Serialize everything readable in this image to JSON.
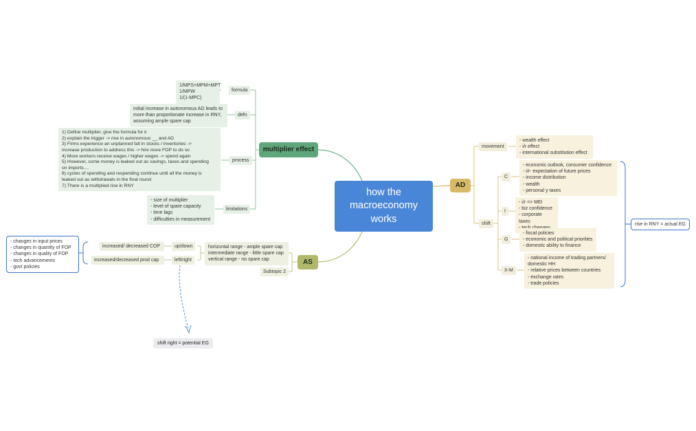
{
  "central": {
    "title": "how the\nmacroeconomy\nworks"
  },
  "multiplier": {
    "label": "multiplier effect",
    "formula": {
      "label": "formula",
      "text": "1/MPS+MPM+MPT\n1/MPW\n1/(1-MPC)"
    },
    "defn": {
      "label": "defn",
      "text": "initial increase in autonomous AD leads to\nmore than proportionate increase in RNY,\nassuming ample spare cap"
    },
    "process": {
      "label": "process",
      "text": "1) Define multiplier, give the formula for k\n2) explain the trigger -> rise in autonomous __ and AD\n3) Firms experience an unplanned fall in stocks / inventories ->\nincrease production to address this -> hire more FOP to do so\n4) More workers receive wages / higher wages -> spend again\n5) However, some money is leaked out as savings, taxes and spending\non imports....\n6) cycles of spending and respending continue until all the money is\nleaked out as withdrawals in the final round\n7) There is a multiplied rise in RNY"
    },
    "limitations": {
      "label": "limitations",
      "text": "- size of multiplier\n- level of spare capacity\n- time lags\n- difficulties in measurement"
    }
  },
  "ad": {
    "label": "AD",
    "movement": {
      "label": "movement",
      "text": "- wealth effect\n- i/r effect\n- international substitution effect"
    },
    "shift": {
      "label": "shift",
      "c": {
        "label": "C",
        "text": "- economic outlook, consumer confidence\n- i/r- expectation of future prices\n- income distribution\n- wealth\n- personal y taxes"
      },
      "i": {
        "label": "I",
        "text": "- i/r => MEI\n- biz confidence\n- corporate taxes\n- tech changes"
      },
      "g": {
        "label": "G",
        "text": "- fiscal policies\n- economic and political priorities\n- domestic ability to finance"
      },
      "xm": {
        "label": "X-M",
        "text": "- national income of trading partners/\ndomestic HH\n- relative prices between countries\n- exchange rates\n- trade policies"
      }
    },
    "summary": "rise in RNY = actual EG"
  },
  "as": {
    "label": "AS",
    "ranges": "horizontal range - ample spare cap\nintermediate range - little spare cap\nvertical range - no spare cap",
    "subtopic": "Subtopic 2",
    "updown": {
      "label": "up/down",
      "text": "increased/ decreased COP"
    },
    "leftright": {
      "label": "left/right",
      "text": "increased/decreased prod cap"
    },
    "factors": "- changes in input prices\n- changes in quantity of FOP\n- changes in quality of FOP\n- tech advancements\n- govt policies",
    "shift_right": "shift right = potential EG"
  },
  "colors": {
    "central": "#4a86d8",
    "multiplier": "#5fa77b",
    "ad": "#d8b967",
    "as": "#b1b869",
    "boundary": "#3a73c9"
  }
}
